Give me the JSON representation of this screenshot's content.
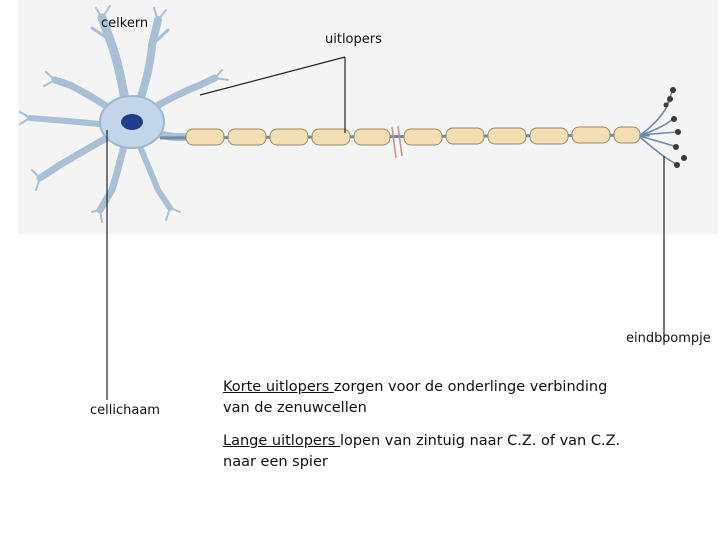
{
  "labels": {
    "celkern": "celkern",
    "uitlopers": "uitlopers",
    "eindboompje": "eindboompje",
    "cellichaam": "cellichaam"
  },
  "notes": [
    {
      "term": "Korte uitlopers ",
      "line1_rest": "zorgen voor de onderlinge verbinding",
      "line2": "van de zenuwcellen"
    },
    {
      "term": "Lange uitlopers ",
      "line1_rest": "lopen van zintuig naar C.Z. of  van C.Z.",
      "line2": "naar een spier"
    }
  ],
  "colors": {
    "cell_body": "#c3d5e8",
    "nucleus": "#1f3e8c",
    "myelin": "#f1deb2",
    "leader_line": "#222222"
  }
}
